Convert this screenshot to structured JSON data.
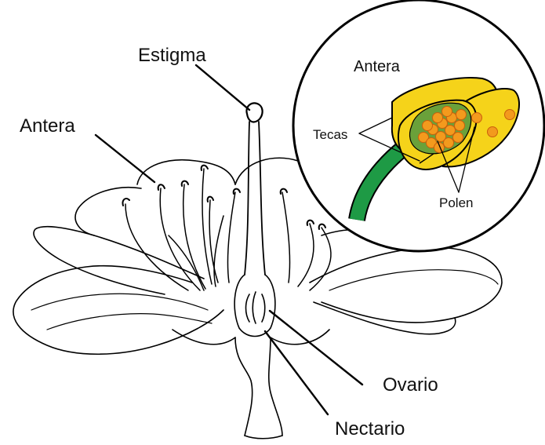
{
  "labels": {
    "estigma": "Estigma",
    "antera": "Antera",
    "ovario": "Ovario",
    "nectario": "Nectario",
    "inset_antera": "Antera",
    "tecas": "Tecas",
    "polen": "Polen"
  },
  "colors": {
    "outline": "#000000",
    "background": "#ffffff",
    "anther_yellow": "#f5d31a",
    "filament_green": "#1e9a45",
    "pollen_orange": "#f39a1d",
    "pollen_highlight": "#fcd17a"
  }
}
